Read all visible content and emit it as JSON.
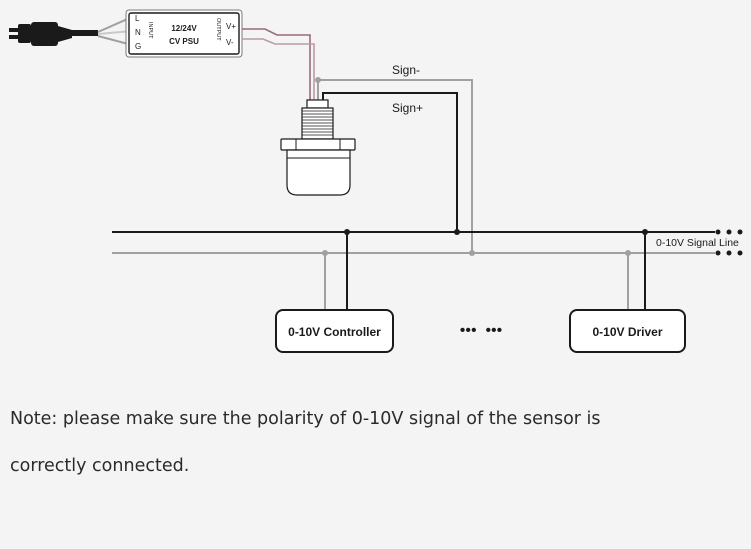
{
  "psu": {
    "title_line1": "12/24V",
    "title_line2": "CV PSU",
    "input_label": "INPUT",
    "output_label": "OUTPUT",
    "pin_l": "L",
    "pin_n": "N",
    "pin_g": "G",
    "pin_vplus": "V+",
    "pin_vminus": "V-"
  },
  "wires": {
    "sign_minus": "Sign-",
    "sign_plus": "Sign+",
    "signal_line": "0-10V Signal Line"
  },
  "devices": {
    "controller": "0-10V Controller",
    "driver": "0-10V Driver",
    "ellipsis": "•••  •••"
  },
  "note": {
    "line1": "Note: please make sure the polarity of 0-10V signal of the sensor is",
    "line2": "correctly connected."
  },
  "colors": {
    "background": "#f4f4f4",
    "signal_plus_wire": "#1a1a1a",
    "signal_minus_wire": "#a0a0a0",
    "power_wire": "#9a6a78",
    "sensor_fill": "#ffffff",
    "box_stroke": "#1a1a1a"
  }
}
